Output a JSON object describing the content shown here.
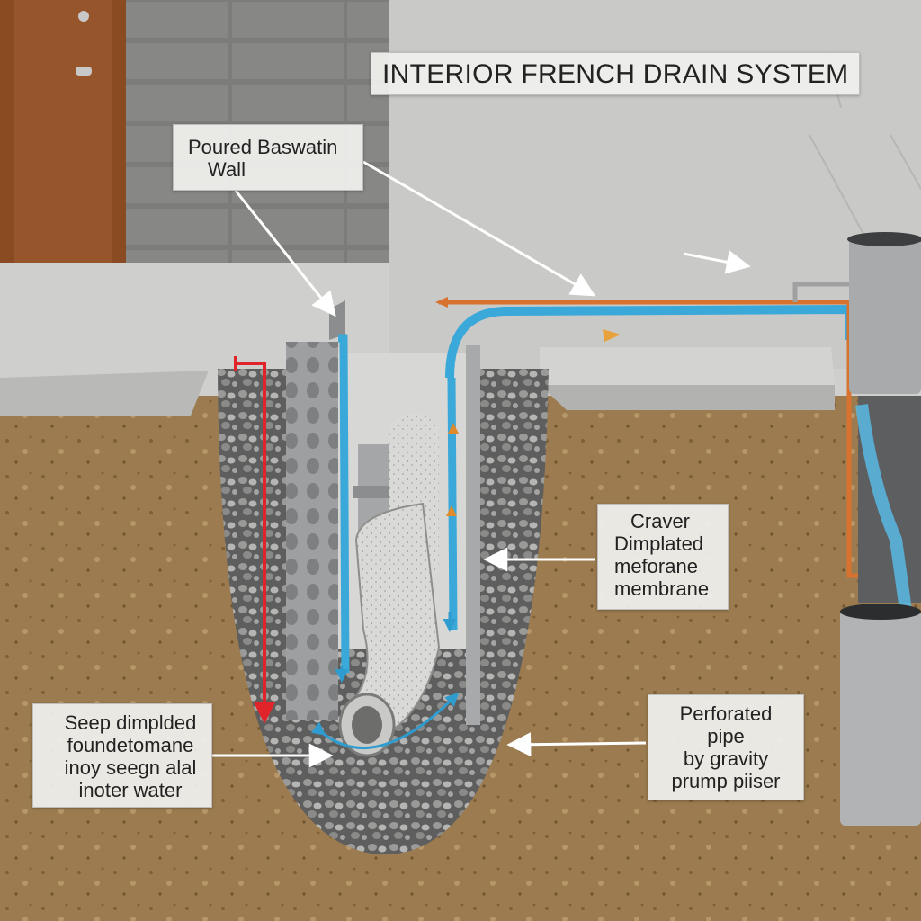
{
  "title": "INTERIOR FRENCH DRAIN SYSTEM",
  "labels": {
    "wall": [
      "Poured Baswatin",
      "Wall"
    ],
    "membrane": [
      "Craver",
      "Dimplated",
      "meforane",
      "membrane"
    ],
    "seep": [
      "Seep dimplded",
      "foundetomane",
      "inoy seegn alal",
      "inoter  water"
    ],
    "pipe": [
      "Perforated",
      "pipe",
      "by gravity",
      "prump piiser"
    ]
  },
  "colors": {
    "concrete": "#cfcfcd",
    "block_wall": "#7c7c7a",
    "door": "#8a4a22",
    "soil": "#9a7a4e",
    "gravel": "#6e6e6e",
    "water": "#3aa8d8",
    "supply_pipe": "#d7722f",
    "red_flow": "#e0242a",
    "sump": "#a9aaab"
  },
  "icons": [
    "door-handle-icon",
    "red-flow-arrow-icon",
    "blue-flow-arrow-icon",
    "orange-flow-arrow-icon",
    "pointer-arrow-icon"
  ]
}
